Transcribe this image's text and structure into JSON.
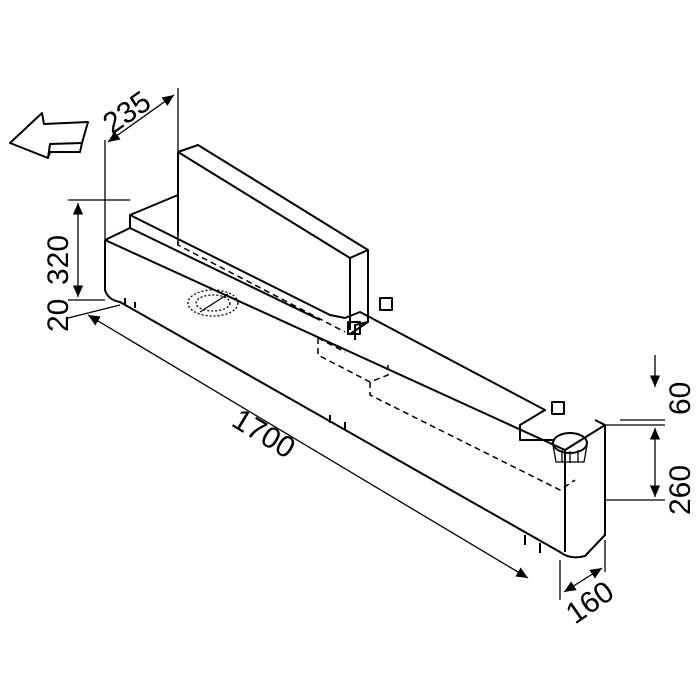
{
  "diagram": {
    "type": "isometric dimension drawing",
    "units": "mm",
    "dimensions": {
      "depth_top": "235",
      "height_back": "320",
      "height_feet": "20",
      "length": "1700",
      "end_offset": "60",
      "end_height": "260",
      "end_depth": "160"
    },
    "icons": [
      "direction-arrow-icon",
      "speaker-grille-icon",
      "cup-holder-icon"
    ]
  }
}
